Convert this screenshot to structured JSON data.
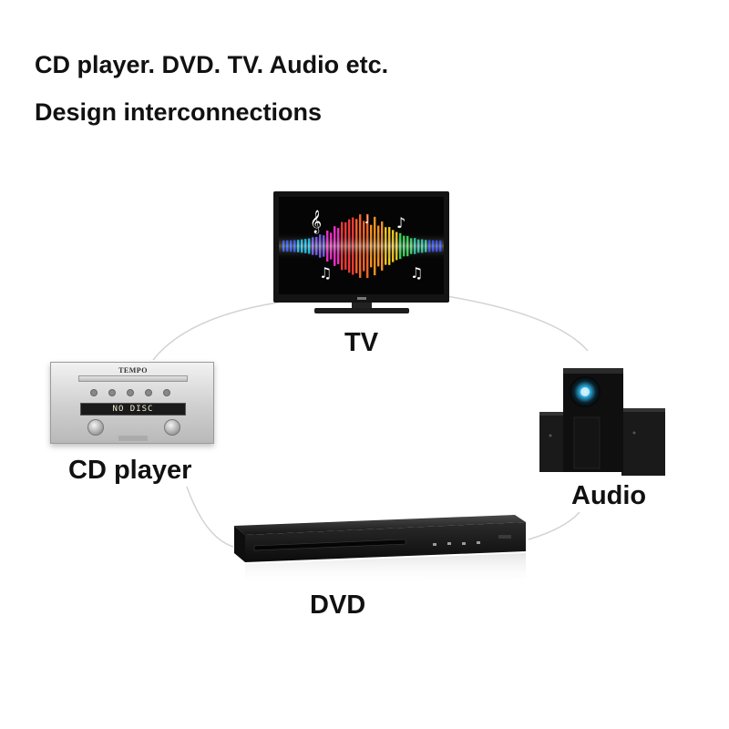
{
  "header": {
    "line1": "CD player. DVD. TV. Audio etc.",
    "line2": "Design interconnections"
  },
  "devices": {
    "tv": {
      "label": "TV"
    },
    "cd_player": {
      "label": "CD player",
      "brand": "TEMPO",
      "display": "NO DISC"
    },
    "audio": {
      "label": "Audio"
    },
    "dvd": {
      "label": "DVD"
    }
  },
  "colors": {
    "ring": "#d3d3d3",
    "text": "#111111",
    "background": "#ffffff"
  }
}
